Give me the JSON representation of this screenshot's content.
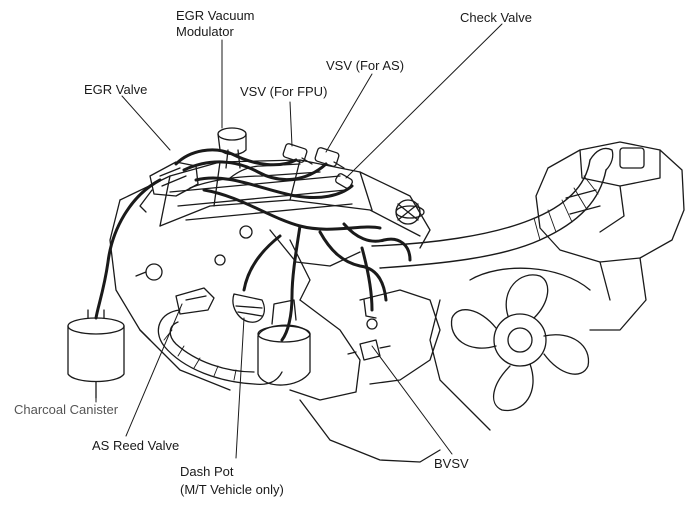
{
  "labels": {
    "egr_vacuum_modulator_1": "EGR Vacuum",
    "egr_vacuum_modulator_2": "Modulator",
    "check_valve": "Check Valve",
    "vsv_as": "VSV (For AS)",
    "vsv_fpu": "VSV (For FPU)",
    "egr_valve": "EGR Valve",
    "charcoal_canister": "Charcoal Canister",
    "as_reed_valve": "AS Reed Valve",
    "dash_pot_1": "Dash Pot",
    "dash_pot_2": "(M/T Vehicle only)",
    "bvsv": "BVSV"
  }
}
